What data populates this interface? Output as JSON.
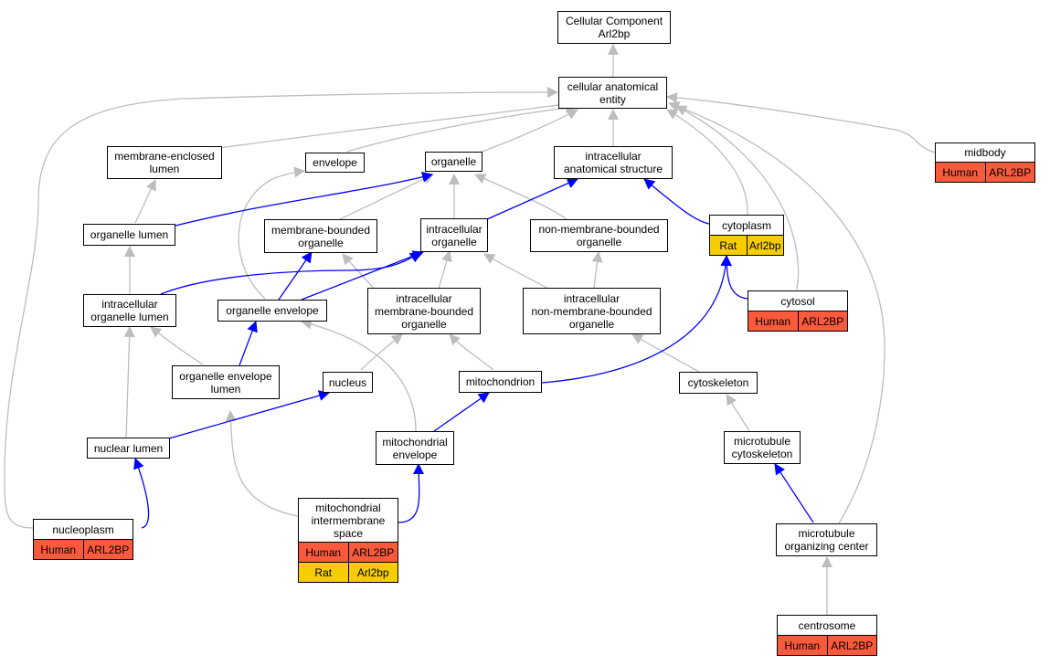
{
  "colors": {
    "gray_edge": "#bdbdbd",
    "blue_edge": "#0000ff",
    "human": "#fa5a3c",
    "rat": "#f5cd00"
  },
  "nodes": {
    "root": "Cellular Component\nArl2bp",
    "cae": "cellular anatomical\nentity",
    "mel": "membrane-enclosed\nlumen",
    "env": "envelope",
    "org": "organelle",
    "ias": "intracellular\nanatomical structure",
    "midbody": "midbody",
    "orglumen": "organelle lumen",
    "mbo": "membrane-bounded\norganelle",
    "io": "intracellular\norganelle",
    "nmbo": "non-membrane-bounded\norganelle",
    "cytoplasm": "cytoplasm",
    "iol": "intracellular\norganelle lumen",
    "orgenv": "organelle envelope",
    "imbo": "intracellular\nmembrane-bounded\norganelle",
    "inmbo": "intracellular\nnon-membrane-bounded\norganelle",
    "cytosol": "cytosol",
    "oel": "organelle envelope\nlumen",
    "nucleus": "nucleus",
    "mito": "mitochondrion",
    "cytoskel": "cytoskeleton",
    "nuclumen": "nuclear lumen",
    "mitoenv": "mitochondrial\nenvelope",
    "mtcyto": "microtubule\ncytoskeleton",
    "nucleoplasm": "nucleoplasm",
    "mis": "mitochondrial\nintermembrane\nspace",
    "mtoc": "microtubule\norganizing center",
    "centrosome": "centrosome"
  },
  "annotations": {
    "midbody": [
      [
        "Human",
        "ARL2BP"
      ]
    ],
    "cytoplasm": [
      [
        "Rat",
        "Arl2bp"
      ]
    ],
    "cytosol": [
      [
        "Human",
        "ARL2BP"
      ]
    ],
    "nucleoplasm": [
      [
        "Human",
        "ARL2BP"
      ]
    ],
    "mis": [
      [
        "Human",
        "ARL2BP"
      ],
      [
        "Rat",
        "Arl2bp"
      ]
    ],
    "centrosome": [
      [
        "Human",
        "ARL2BP"
      ]
    ]
  }
}
